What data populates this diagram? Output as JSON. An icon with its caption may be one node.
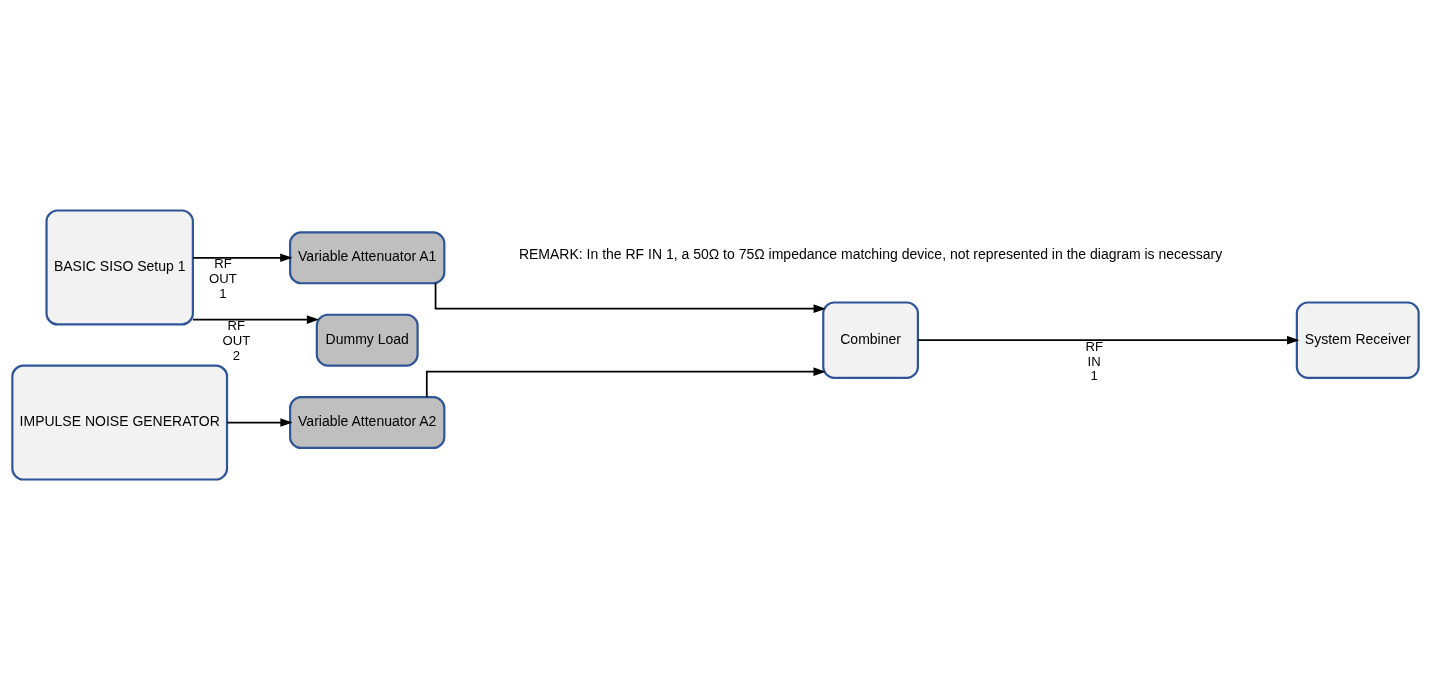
{
  "diagram": {
    "nodes": [
      {
        "text": [
          "BASIC SISO Setup 1"
        ]
      },
      {
        "text": [
          "Variable Attenuator A1"
        ]
      },
      {
        "text": [
          "Dummy Load"
        ]
      },
      {
        "text": [
          "IMPULSE NOISE GENERATOR"
        ]
      },
      {
        "text": [
          "Variable Attenuator A2"
        ]
      },
      {
        "text": [
          "Combiner"
        ]
      },
      {
        "text": [
          "System Receiver"
        ]
      }
    ],
    "edges": [
      {
        "from": 0,
        "to": 1,
        "arrow": "to",
        "label": "RF OUT 1"
      },
      {
        "from": 0,
        "to": 2,
        "arrow": "to",
        "label": "RF OUT 2"
      },
      {
        "from": 3,
        "to": 4,
        "arrow": "to"
      },
      {
        "from": 1,
        "to": 5,
        "arrow": "to"
      },
      {
        "from": 4,
        "to": 5,
        "arrow": "to"
      },
      {
        "from": 5,
        "to": 6,
        "arrow": "to",
        "label": "RF IN 1"
      }
    ],
    "labels": [
      "REMARK: In the RF IN 1, a 50Ω to 75Ω impedance matching device, not represented in the diagram is necessary"
    ]
  }
}
